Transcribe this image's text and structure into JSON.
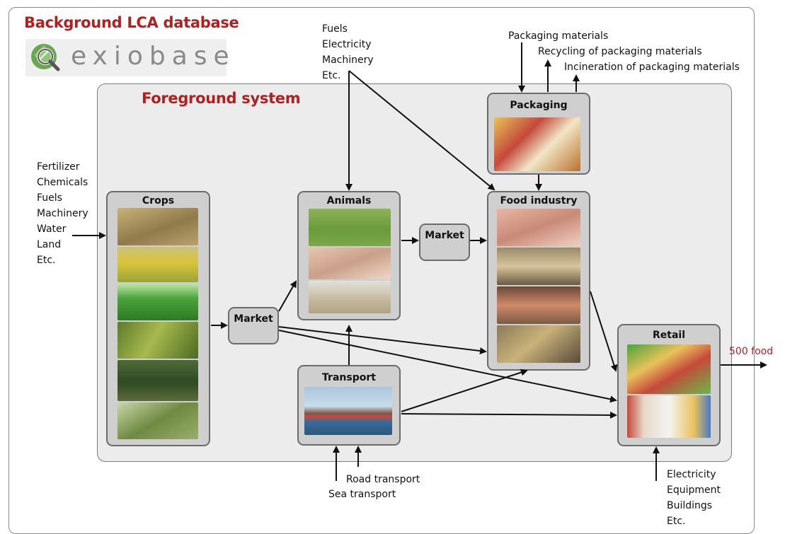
{
  "titles": {
    "background": "Background LCA database",
    "foreground": "Foreground system"
  },
  "logo": {
    "text": "exiobase"
  },
  "boxes": {
    "crops": "Crops",
    "market1": "Market",
    "animals": "Animals",
    "market2": "Market",
    "food_industry": "Food industry",
    "packaging": "Packaging",
    "transport": "Transport",
    "retail": "Retail"
  },
  "inputs": {
    "crops": [
      "Fertilizer",
      "Chemicals",
      "Fuels",
      "Machinery",
      "Water",
      "Land",
      "Etc."
    ],
    "top": [
      "Fuels",
      "Electricity",
      "Machinery",
      "Etc."
    ],
    "packaging": {
      "materials": "Packaging materials",
      "recycling": "Recycling of packaging materials",
      "incineration": "Incineration of packaging materials"
    },
    "transport": {
      "road": "Road transport",
      "sea": "Sea transport"
    },
    "retail": [
      "Electricity",
      "Equipment",
      "Buildings",
      "Etc."
    ]
  },
  "output": {
    "label": "500 food"
  },
  "colors": {
    "title_red": "#b21f1f",
    "box_fill": "#cfcfcf",
    "foreground_fill": "#ececec"
  },
  "icons": [
    "magnifier-leaf-icon"
  ]
}
